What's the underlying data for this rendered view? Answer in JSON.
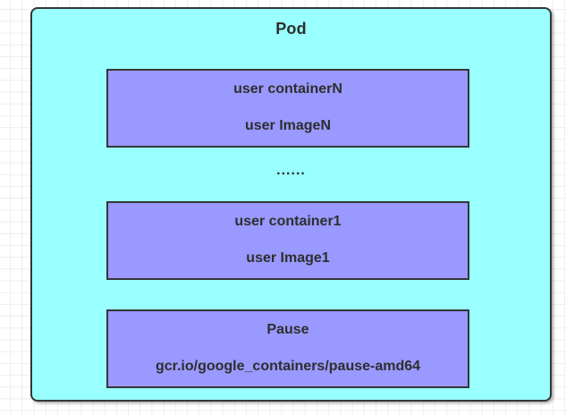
{
  "diagram": {
    "pod": {
      "title": "Pod"
    },
    "ellipsis": "......",
    "containers": [
      {
        "name": "user containerN",
        "image": "user ImageN"
      },
      {
        "name": "user container1",
        "image": "user Image1"
      },
      {
        "name": "Pause",
        "image": "gcr.io/google_containers/pause-amd64"
      }
    ],
    "colors": {
      "pod_fill": "#99ffff",
      "container_fill": "#9999ff",
      "stroke": "#363636",
      "text": "#2e2e2e",
      "grid_line": "#ededed",
      "canvas_bg": "#ffffff"
    }
  }
}
